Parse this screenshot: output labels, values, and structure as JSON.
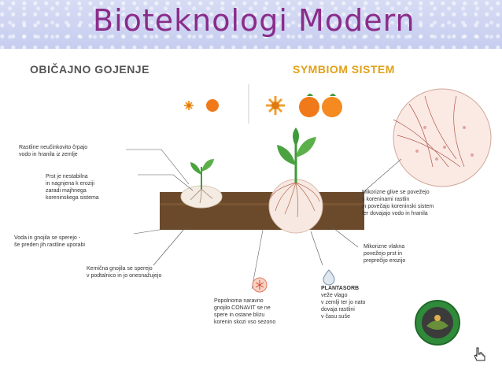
{
  "slide": {
    "title": "Bioteknologi Modern"
  },
  "diagram": {
    "left_heading": "OBIČAJNO GOJENJE",
    "right_heading": "SYMBIOM SISTEM",
    "labels": {
      "l1": [
        "Rastline neučinkovito črpajo",
        "vodo in hranila iz zemlje"
      ],
      "l2": [
        "Prst je nestabilna",
        "in nagnjena k eroziji",
        "zaradi majhnega",
        "koreninskega sistema"
      ],
      "l3": [
        "Voda in gnojila se sperejo -",
        "še preden jih rastline uporabi"
      ],
      "l4": [
        "Kemična gnojila se sperejo",
        "v podtalnico in jo onesnažujejo"
      ],
      "l5": [
        "Popolnoma naravno",
        "gnojilo CONAVIT se ne",
        "spere in ostane blizu",
        "korenin skozi vso sezono"
      ],
      "l6": [
        "PLANTASORB",
        "veže vlago",
        "v zemlji ter jo nato",
        "dovaja rastlini",
        "v času suše"
      ],
      "l7": [
        "Mikorizne glive se povežejo",
        "s koreninami rastlin",
        "in povečajo koreninski sistem",
        "ter dovajajo vodo in hranila"
      ],
      "l8": [
        "Mikorizne vlakna",
        "povežejo prst in",
        "preprečijo erozijo"
      ]
    }
  },
  "colors": {
    "title": "#8a2c8a",
    "right_heading": "#e0a21a",
    "soil": "#6b4a2b",
    "fruit": "#f07a1a",
    "leaf": "#3f9a3a"
  },
  "icons": {
    "logo": "symbiom-logo-icon",
    "nav": "hand-pointer-icon"
  }
}
